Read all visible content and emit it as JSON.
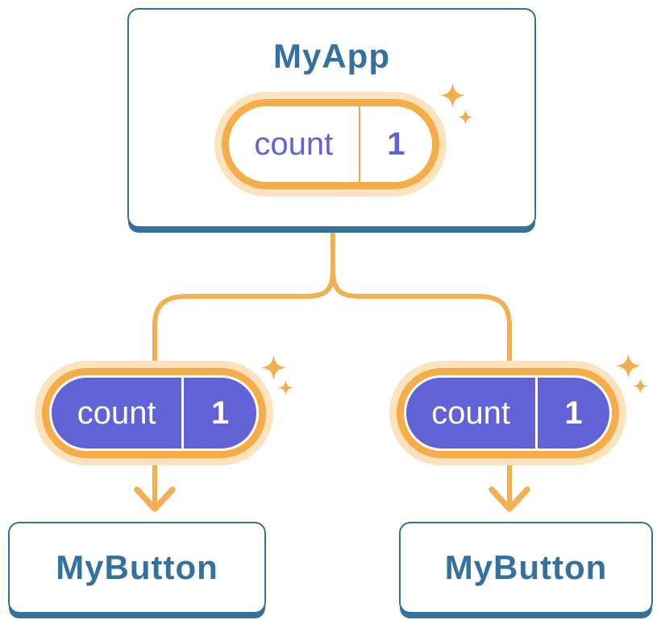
{
  "diagram": {
    "description": "Component tree sharing state diagram",
    "root": {
      "title": "MyApp",
      "state": {
        "name": "count",
        "value": "1"
      }
    },
    "children": [
      {
        "state": {
          "name": "count",
          "value": "1"
        },
        "button": {
          "title": "MyButton"
        }
      },
      {
        "state": {
          "name": "count",
          "value": "1"
        },
        "button": {
          "title": "MyButton"
        }
      }
    ]
  },
  "colors": {
    "card_border_blue": "#34719F",
    "card_text_blue": "#35719F",
    "card_background": "#FFFFFF",
    "state_purple": "#6262D7",
    "pill_orange_ring": "#F6AC48",
    "pill_cream_glow": "#FCE3BD",
    "connector_orange": "#F4B050",
    "sparkle_orange": "#F4AD4D"
  }
}
